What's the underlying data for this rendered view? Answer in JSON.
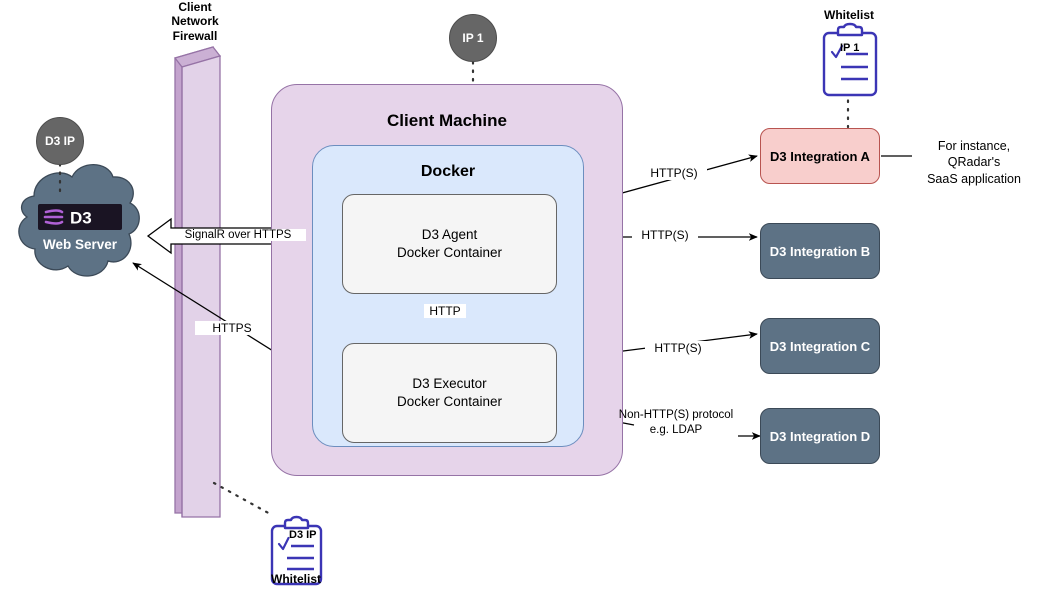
{
  "diagram": {
    "title": "D3 Agent / Executor deployment architecture",
    "colors": {
      "client_machine_fill": "#e6d4ea",
      "client_machine_stroke": "#9673a6",
      "docker_fill": "#dae8fc",
      "docker_stroke": "#6c8ebf",
      "container_fill": "#f5f5f5",
      "container_stroke": "#666666",
      "integration_pink_fill": "#f8cecc",
      "integration_pink_stroke": "#b85450",
      "integration_slate_fill": "#5d7285",
      "integration_slate_stroke": "#3b4957",
      "cloud_fill": "#5d7285",
      "cloud_stroke": "#3b4957",
      "ip_circle_fill": "#666666",
      "firewall_front": "#d9c2e0",
      "firewall_side": "#c3a3cd",
      "firewall_stroke": "#9673a6",
      "clipboard_stroke": "#3b35b5",
      "logo_bg": "#1a1423",
      "logo_accent": "#b061d6"
    }
  },
  "firewall": {
    "caption": "Client\nNetwork\nFirewall",
    "name": "client-network-firewall"
  },
  "web_server": {
    "logo_text": "D3",
    "caption": "Web Server",
    "ip_badge": "D3 IP"
  },
  "client_machine": {
    "title": "Client Machine",
    "ip_badge": "IP 1",
    "docker": {
      "title": "Docker",
      "containers": [
        {
          "name": "d3-agent-container",
          "line1": "D3 Agent",
          "line2": "Docker Container"
        },
        {
          "name": "d3-executor-container",
          "line1": "D3 Executor",
          "line2": "Docker Container"
        }
      ],
      "internal_link_label": "HTTP"
    }
  },
  "integrations": [
    {
      "id": "a",
      "label": "D3 Integration A",
      "style": "pink",
      "link_label": "HTTP(S)"
    },
    {
      "id": "b",
      "label": "D3 Integration B",
      "style": "slate",
      "link_label": "HTTP(S)"
    },
    {
      "id": "c",
      "label": "D3 Integration C",
      "style": "slate",
      "link_label": "HTTP(S)"
    },
    {
      "id": "d",
      "label": "D3 Integration D",
      "style": "slate",
      "link_label": "Non-HTTP(S) protocol\ne.g. LDAP"
    }
  ],
  "annotations": {
    "qradar_note": "For instance, QRadar's\nSaaS application",
    "signalr_label": "SignalR over HTTPS",
    "https_label": "HTTPS"
  },
  "whitelists": {
    "top": {
      "caption": "Whitelist",
      "entry": "IP 1"
    },
    "bottom": {
      "caption": "Whitelist",
      "entry": "D3 IP"
    }
  }
}
